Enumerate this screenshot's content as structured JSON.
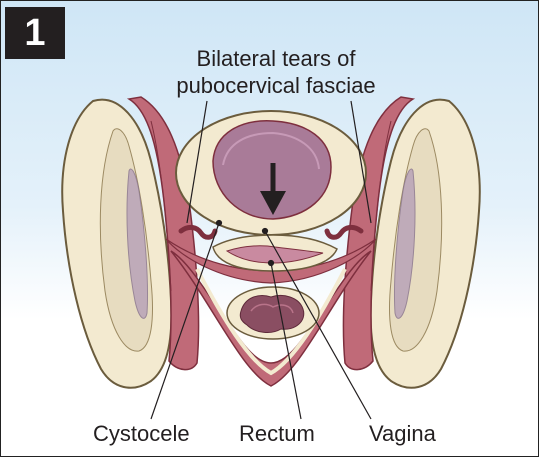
{
  "figure": {
    "panel_number": "1",
    "title_line1": "Bilateral tears of",
    "title_line2": "pubocervical fasciae",
    "labels": {
      "cystocele": "Cystocele",
      "rectum": "Rectum",
      "vagina": "Vagina"
    },
    "colors": {
      "background_top": "#cfe6f6",
      "bone": "#f3ead0",
      "bone_outline": "#8a7a55",
      "muscle": "#c06a78",
      "muscle_dark": "#7e2f3e",
      "bladder_lumen": "#a97b98",
      "outline": "#231f20"
    }
  }
}
